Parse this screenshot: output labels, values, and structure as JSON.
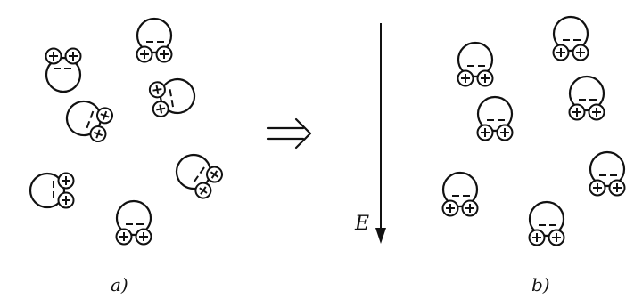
{
  "panel_a_label": "a)",
  "panel_b_label": "b)",
  "field_label": "E",
  "colors": {
    "ink": "#111111",
    "background": "#ffffff"
  },
  "icons": {
    "transition": "double-right-arrow",
    "field": "down-arrow"
  }
}
